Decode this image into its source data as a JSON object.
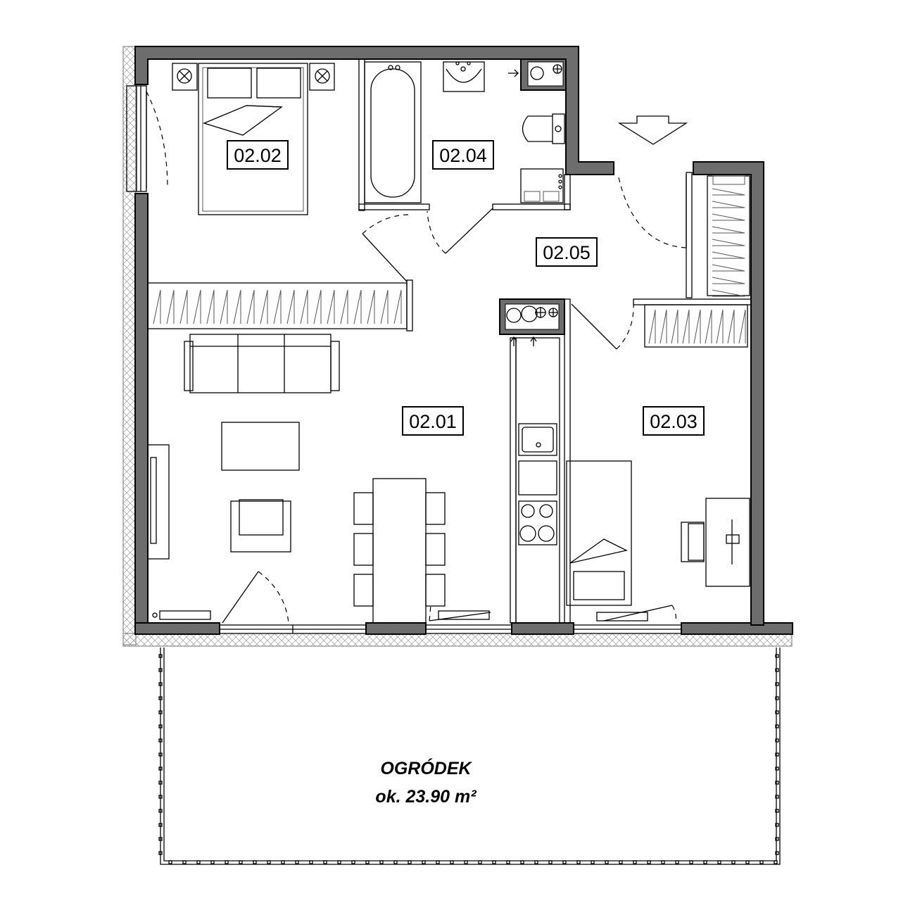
{
  "rooms": [
    {
      "id": "02.01"
    },
    {
      "id": "02.02"
    },
    {
      "id": "02.03"
    },
    {
      "id": "02.04"
    },
    {
      "id": "02.05"
    }
  ],
  "garden": {
    "name": "OGRÓDEK",
    "area": "ok. 23.90 m²"
  },
  "colors": {
    "wall": "#6d6d6d",
    "line": "#000000",
    "background": "#ffffff"
  },
  "icons": [
    "entrance-arrow-icon",
    "ventilation-icon"
  ]
}
